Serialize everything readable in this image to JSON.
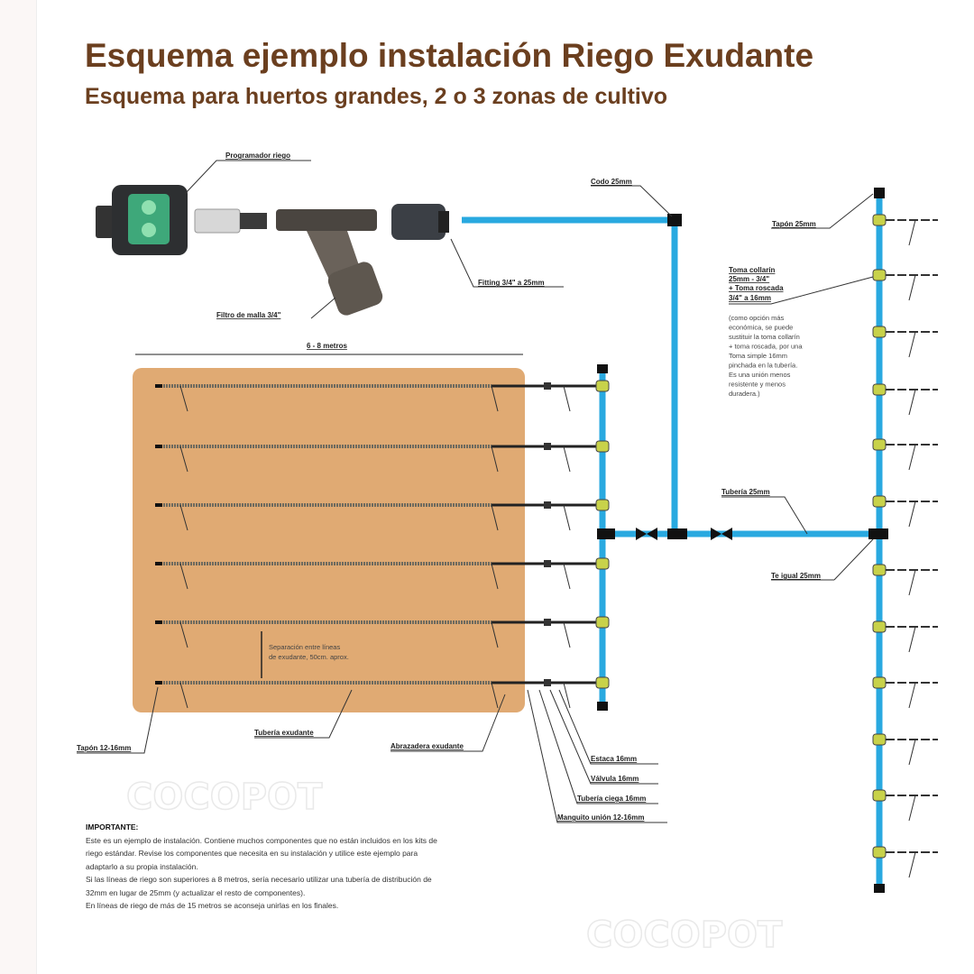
{
  "title": "Esquema ejemplo instalación Riego Exudante",
  "subtitle": "Esquema para huertos grandes, 2 o 3 zonas de cultivo",
  "watermark": "COCOPOT",
  "labels": {
    "programmer": "Programador riego",
    "filter": "Filtro de malla 3/4\"",
    "fitting": "Fitting 3/4\" a 25mm",
    "elbow": "Codo 25mm",
    "cap25": "Tapón 25mm",
    "collar": [
      "Toma collarín",
      "25mm - 3/4\"",
      "+ Toma roscada",
      "3/4\" a 16mm"
    ],
    "collar_note": [
      "(como opción más",
      "económica, se puede",
      "sustituir la toma collarín",
      "+ toma roscada, por una",
      "Toma simple 16mm",
      "pinchada en la tubería.",
      "Es una unión menos",
      "resistente y menos",
      "duradera.)"
    ],
    "length": "6 - 8 metros",
    "pipe25": "Tubería 25mm",
    "tee": "Te igual 25mm",
    "separation": [
      "Separación entre líneas",
      "de exudante, 50cm. aprox."
    ],
    "cap1216": "Tapón 12-16mm",
    "exudant_pipe": "Tubería exudante",
    "clamp": "Abrazadera exudante",
    "stake": "Estaca 16mm",
    "valve": "Válvula 16mm",
    "blind_pipe": "Tubería ciega 16mm",
    "coupling": "Manguito unión 12-16mm"
  },
  "important": {
    "heading": "IMPORTANTE:",
    "lines": [
      "Este es un ejemplo de instalación. Contiene muchos componentes que no están incluidos en los kits de",
      "riego estándar. Revise los componentes que necesita en su instalación y utilice este ejemplo para",
      "adaptarlo a su propia instalación.",
      "Si las líneas de riego son superiores a 8 metros, sería necesario utilizar una tubería de distribución de",
      "32mm en lugar de 25mm (y actualizar el resto de componentes).",
      "En líneas de riego de más de 15 metros se aconseja unirlas en los finales."
    ]
  },
  "colors": {
    "title": "#6b3f1f",
    "pipe": "#29a9e0",
    "bed": "#e0aa73",
    "fitting": "#c8d24a"
  }
}
